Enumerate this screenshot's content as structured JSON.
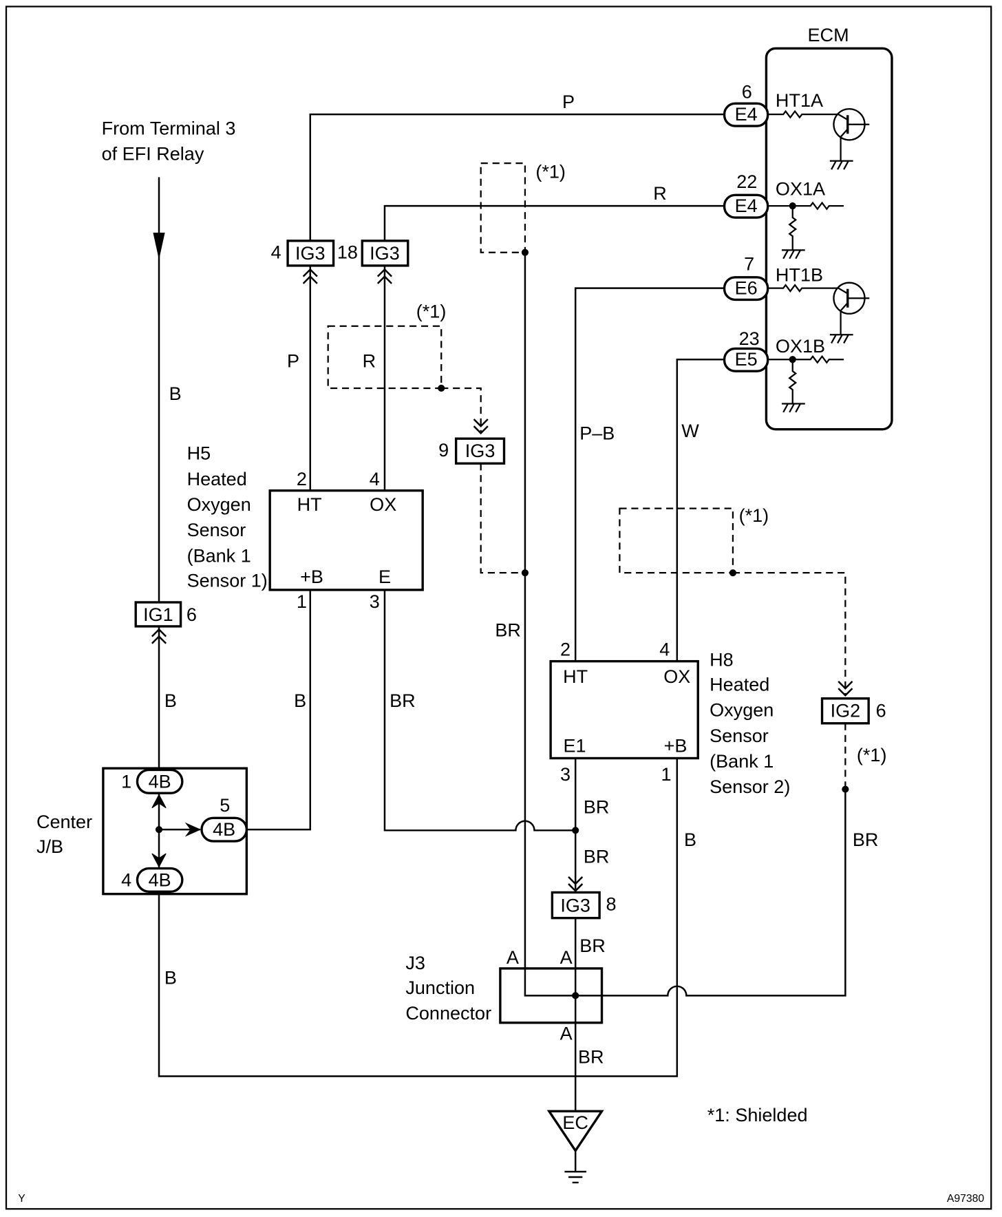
{
  "source": {
    "line1": "From Terminal 3",
    "line2": "of EFI Relay"
  },
  "ecm": {
    "title": "ECM",
    "terminals": [
      {
        "pin": "6",
        "connector": "E4",
        "signal": "HT1A"
      },
      {
        "pin": "22",
        "connector": "E4",
        "signal": "OX1A"
      },
      {
        "pin": "7",
        "connector": "E6",
        "signal": "HT1B"
      },
      {
        "pin": "23",
        "connector": "E5",
        "signal": "OX1B"
      }
    ]
  },
  "h5": {
    "code": "H5",
    "name": [
      "Heated",
      "Oxygen",
      "Sensor",
      "(Bank 1",
      "Sensor 1)"
    ],
    "terminals": {
      "ht": "HT",
      "ox": "OX",
      "plus_b": "+B",
      "e": "E"
    },
    "pins": {
      "ht": "2",
      "ox": "4",
      "plus_b": "1",
      "e": "3"
    }
  },
  "h8": {
    "code": "H8",
    "name": [
      "Heated",
      "Oxygen",
      "Sensor",
      "(Bank 1",
      "Sensor 2)"
    ],
    "terminals": {
      "ht": "HT",
      "ox": "OX",
      "e1": "E1",
      "plus_b": "+B"
    },
    "pins": {
      "ht": "2",
      "ox": "4",
      "e1": "3",
      "plus_b": "1"
    }
  },
  "center_jb": {
    "name": [
      "Center",
      "J/B"
    ],
    "connectors": [
      {
        "pin": "1",
        "label": "4B"
      },
      {
        "pin": "5",
        "label": "4B"
      },
      {
        "pin": "4",
        "label": "4B"
      }
    ]
  },
  "j3": {
    "code": "J3",
    "name": [
      "Junction",
      "Connector"
    ],
    "pins": [
      "A",
      "A",
      "A"
    ]
  },
  "inline_connectors": [
    {
      "label": "IG1",
      "pin": "6"
    },
    {
      "label": "IG3",
      "pin": "4"
    },
    {
      "label": "IG3",
      "pin": "18"
    },
    {
      "label": "IG3",
      "pin": "9"
    },
    {
      "label": "IG2",
      "pin": "6"
    },
    {
      "label": "IG3",
      "pin": "8"
    }
  ],
  "ground": {
    "label": "EC"
  },
  "wire_colors": {
    "relay_feed": "B",
    "ig1_to_jb": "B",
    "jb_to_h5_plus_b": "B",
    "jb_to_ground": "B",
    "h8_plus_b": "B",
    "h5_ht": "P",
    "ecm_ht1a": "P",
    "h5_ox": "R",
    "ecm_ox1a": "R",
    "h5_e": "BR",
    "shield_drain_upper": "BR",
    "h8_ht": "P–B",
    "h8_ox": "W",
    "h8_e1": "BR",
    "ig3_8_in": "BR",
    "ig3_8_out": "BR",
    "j3_to_ec": "BR",
    "shield_drain_h8": "BR"
  },
  "shield_marks": [
    "(*1)",
    "(*1)",
    "(*1)",
    "(*1)"
  ],
  "legend": {
    "shield_note": "*1: Shielded"
  },
  "footer": {
    "left": "Y",
    "right": "A97380"
  }
}
